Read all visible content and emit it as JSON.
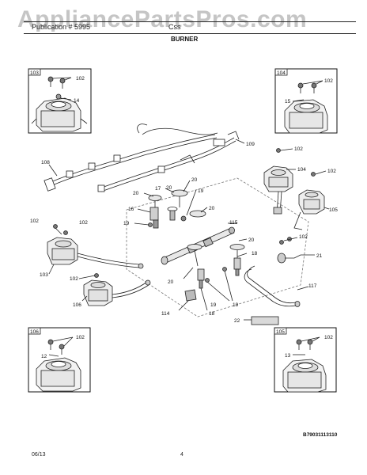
{
  "header": {
    "watermark": "AppliancePartsPros.com",
    "left_text": "Publication # 5995",
    "right_text": "Css",
    "section_title": "BURNER"
  },
  "footer": {
    "date": "06/13",
    "page_number": "4",
    "diagram_number": "B79031113110"
  },
  "callouts": {
    "box_tl_corner": "103",
    "box_tl_a": "102",
    "box_tl_b": "14",
    "box_tr_corner": "104",
    "box_tr_a": "102",
    "box_tr_b": "15",
    "box_bl_corner": "106",
    "box_bl_a": "102",
    "box_bl_b": "12",
    "box_br_corner": "105",
    "box_br_a": "102",
    "box_br_b": "13",
    "harness_top": "109",
    "harness_left": "108",
    "r_102_a": "102",
    "r_104": "104",
    "r_102_b": "102",
    "r_105": "105",
    "c_20_a": "20",
    "c_17": "17",
    "c_20_b": "20",
    "c_20_c": "20",
    "c_19_a": "19",
    "c_16": "16",
    "c_20_d": "20",
    "c_19_b": "19",
    "c_115": "115",
    "l_102_a": "102",
    "l_102_b": "102",
    "l_103": "103",
    "l_102_c": "102",
    "l_106": "106",
    "m_20_e": "20",
    "m_20_f": "20",
    "m_18_a": "18",
    "m_102": "102",
    "m_21": "21",
    "m_117": "117",
    "m_19_c": "19",
    "m_19_d": "19",
    "m_114": "114",
    "m_18_b": "18",
    "m_22": "22"
  }
}
